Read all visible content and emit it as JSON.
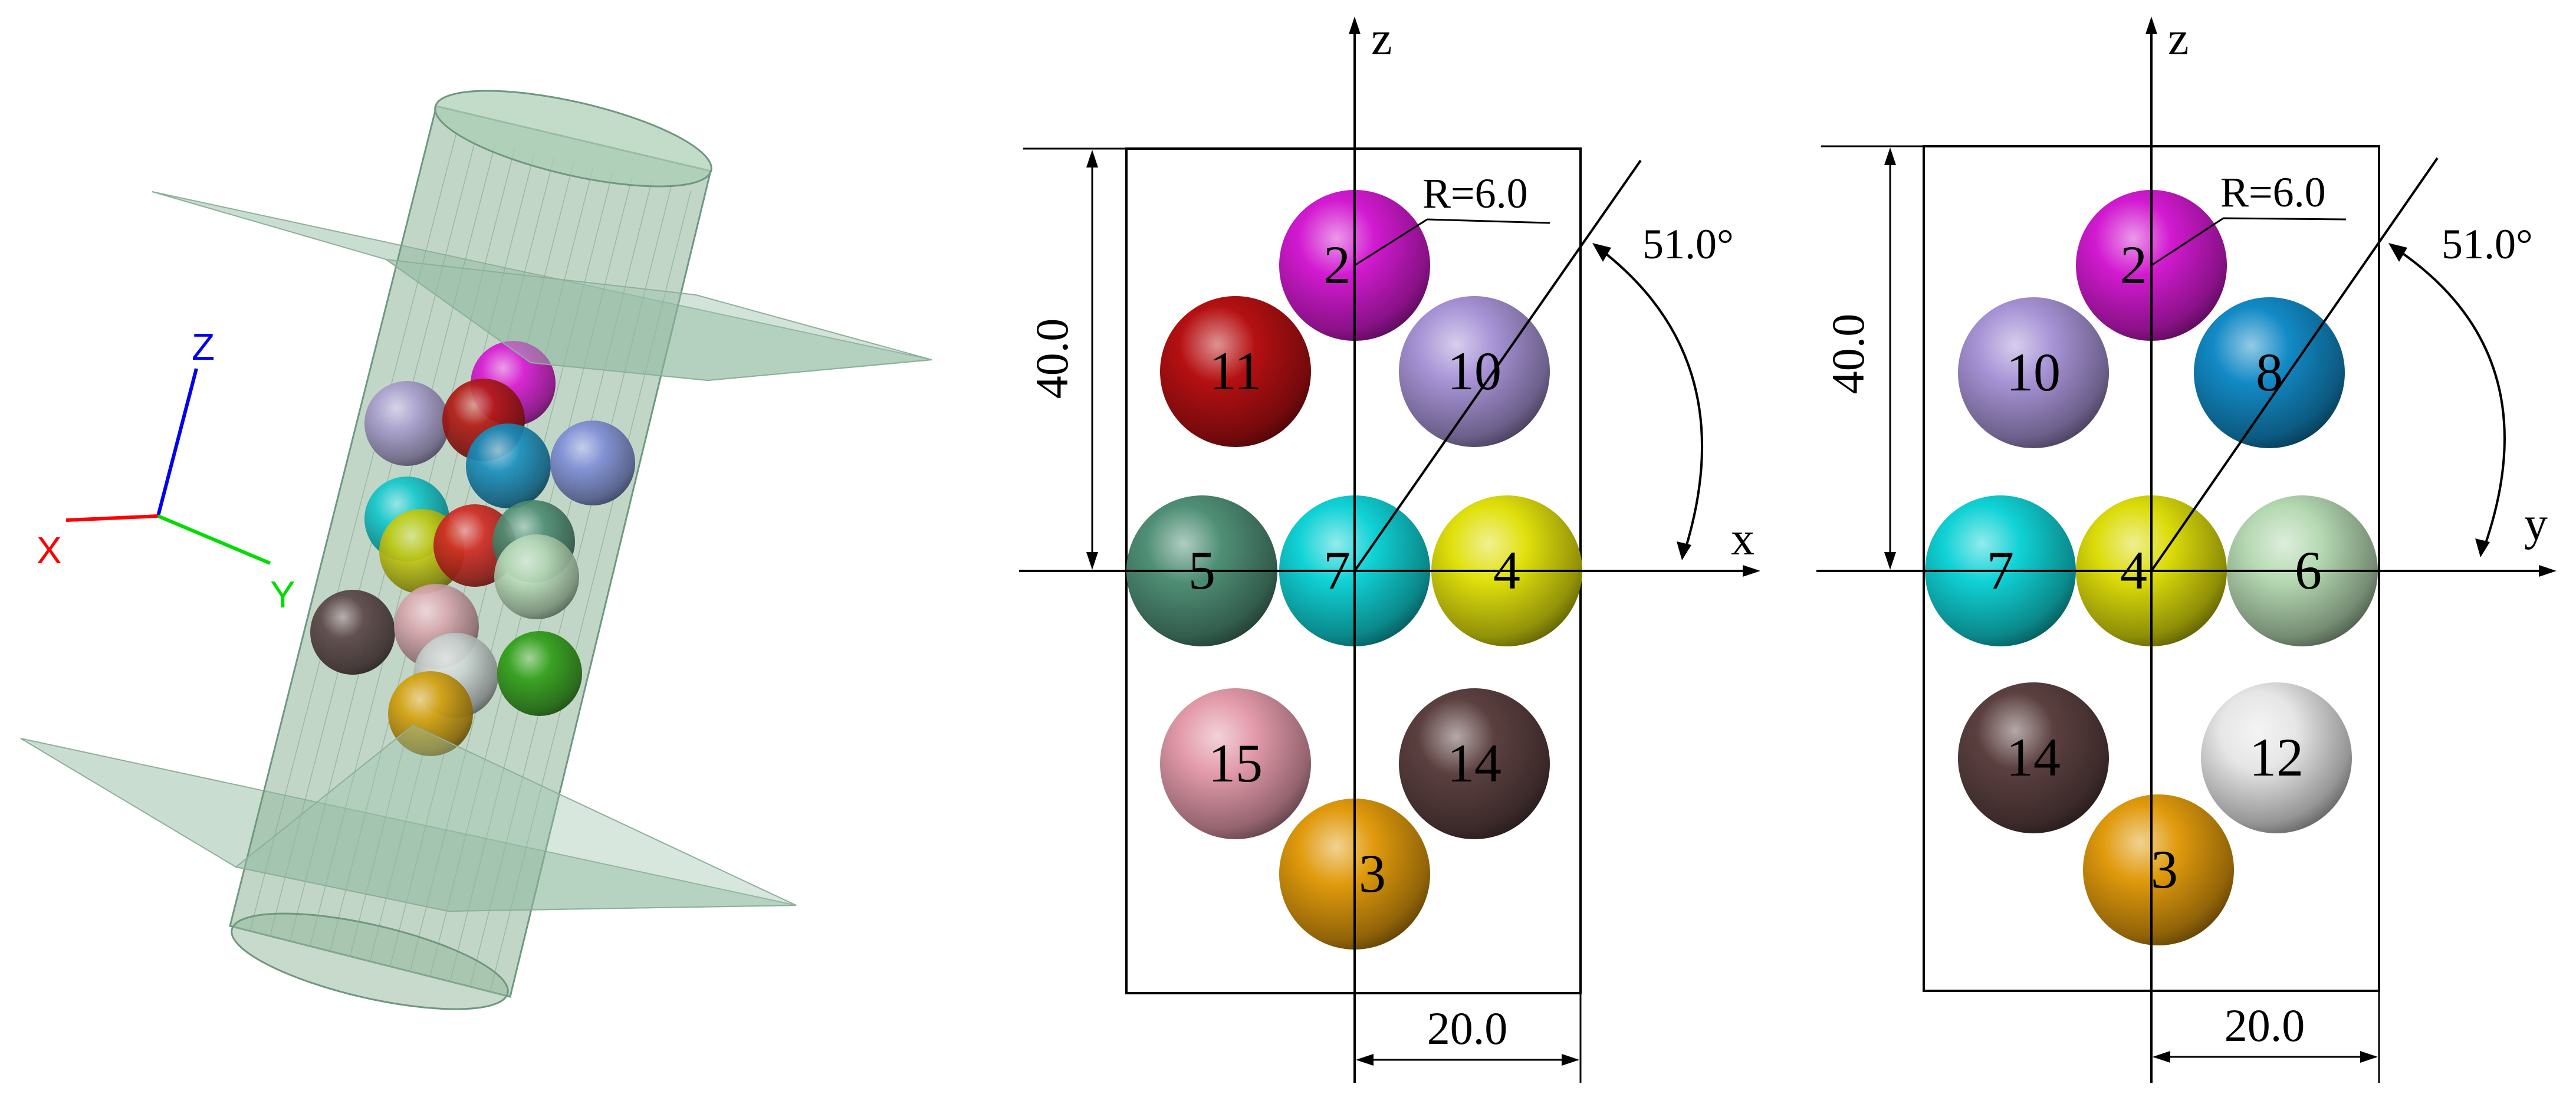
{
  "triad": {
    "x": {
      "label": "X",
      "color": "#ff0000"
    },
    "y": {
      "label": "Y",
      "color": "#00dd00"
    },
    "z": {
      "label": "Z",
      "color": "#0000ee"
    }
  },
  "view3d": {
    "cylinder_color": "#8fb59a",
    "plane_color": "#9cc2aa",
    "spheres": [
      {
        "color": "#a9a0cf"
      },
      {
        "color": "#d91ad3"
      },
      {
        "color": "#b21a14"
      },
      {
        "color": "#1a8fbe"
      },
      {
        "color": "#7f8fd6"
      },
      {
        "color": "#13c8cc"
      },
      {
        "color": "#c8cc13"
      },
      {
        "color": "#d02a22"
      },
      {
        "color": "#4e8f74"
      },
      {
        "color": "#b9dcb9"
      },
      {
        "color": "#5a4646"
      },
      {
        "color": "#d7a8ae"
      },
      {
        "color": "#c9d3d0"
      },
      {
        "color": "#2f9f16"
      },
      {
        "color": "#d4a10e"
      }
    ]
  },
  "view_xz": {
    "horizontal_axis": "x",
    "vertical_axis": "z",
    "radius_label": "R=6.0",
    "angle_label": "51.0°",
    "height_label": "40.0",
    "width_label": "20.0",
    "spheres": [
      {
        "num": "2",
        "color": "#d21ad0"
      },
      {
        "num": "11",
        "color": "#b51012"
      },
      {
        "num": "10",
        "color": "#a793d6"
      },
      {
        "num": "5",
        "color": "#4f8f76"
      },
      {
        "num": "7",
        "color": "#10d2d6"
      },
      {
        "num": "4",
        "color": "#e0e00c"
      },
      {
        "num": "15",
        "color": "#e39aaa"
      },
      {
        "num": "14",
        "color": "#5c4040"
      },
      {
        "num": "3",
        "color": "#e09a0c"
      }
    ]
  },
  "view_yz": {
    "horizontal_axis": "y",
    "vertical_axis": "z",
    "radius_label": "R=6.0",
    "angle_label": "51.0°",
    "height_label": "40.0",
    "width_label": "20.0",
    "spheres": [
      {
        "num": "2",
        "color": "#d21ad0"
      },
      {
        "num": "10",
        "color": "#a793d6"
      },
      {
        "num": "8",
        "color": "#128ac6"
      },
      {
        "num": "7",
        "color": "#10d2d6"
      },
      {
        "num": "4",
        "color": "#dcdc0a"
      },
      {
        "num": "6",
        "color": "#b5d9b2"
      },
      {
        "num": "14",
        "color": "#5c4040"
      },
      {
        "num": "12",
        "color": "#e6e6e6"
      },
      {
        "num": "3",
        "color": "#e09a0c"
      }
    ]
  }
}
